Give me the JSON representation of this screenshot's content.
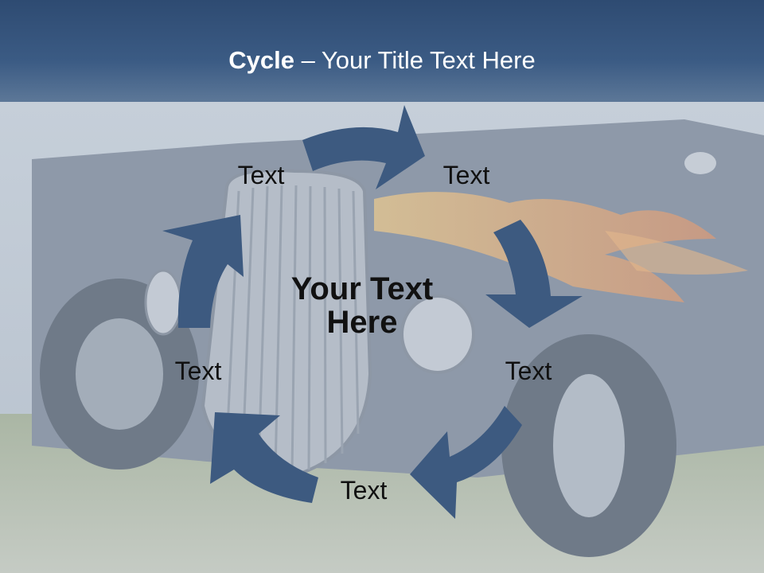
{
  "slide": {
    "title_bold": "Cycle",
    "title_rest": " – Your Title Text Here",
    "center_text_line1": "Your Text",
    "center_text_line2": "Here",
    "nodes": [
      {
        "label": "Text"
      },
      {
        "label": "Text"
      },
      {
        "label": "Text"
      },
      {
        "label": "Text"
      },
      {
        "label": "Text"
      }
    ]
  },
  "colors": {
    "title_bar": "#2e4b72",
    "arrow": "#3d5a80",
    "text": "#111111",
    "title_text": "#ffffff"
  },
  "background": {
    "subject": "hot-rod-car-photo"
  }
}
